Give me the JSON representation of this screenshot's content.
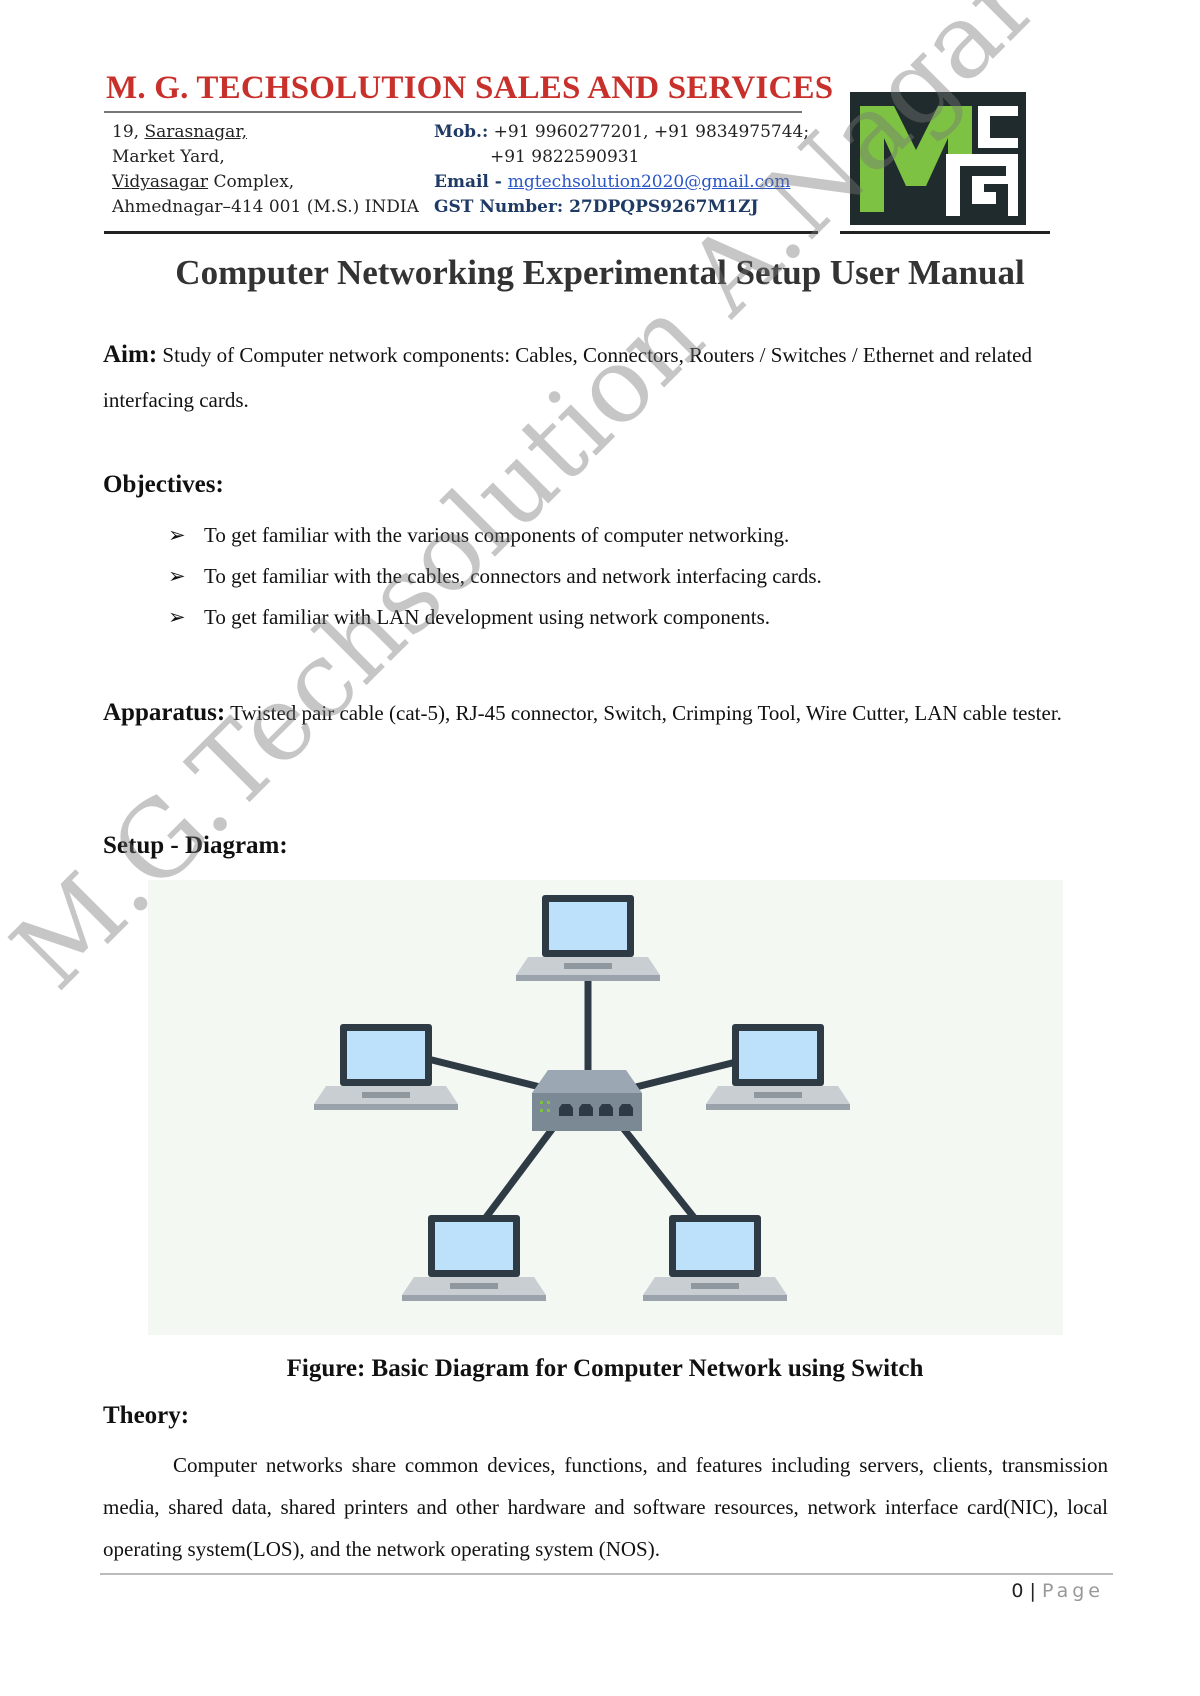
{
  "header": {
    "company_name": "M. G. TECHSOLUTION SALES AND SERVICES",
    "address_line1_prefix": "19, ",
    "address_line1_name": "Sarasnagar,",
    "address_line2": "Market Yard,",
    "address_line3_name": "Vidyasagar",
    "address_line3_rest": " Complex,",
    "address_line4": "Ahmednagar–414 001 (M.S.) INDIA",
    "mobile_label": "Mob.:",
    "mobile_value1": " +91 9960277201, +91 9834975744;",
    "mobile_value2": "+91 9822590931",
    "email_label": "Email - ",
    "email_value": "mgtechsolution2020@gmail.com",
    "gst_label": "GST Number: 27DPQPS9267M1ZJ",
    "logo": "mg-logo",
    "accent_color": "#c8302b"
  },
  "title": "Computer Networking Experimental Setup User Manual",
  "aim": {
    "label": "Aim:",
    "text": " Study of Computer network components: Cables, Connectors, Routers / Switches / Ethernet and related interfacing cards."
  },
  "objectives": {
    "label": "Objectives:",
    "bullet": "➢",
    "items": [
      "To get familiar with the various components of computer networking.",
      "To get familiar with the cables, connectors and network interfacing cards.",
      "To get familiar with LAN development using network components."
    ]
  },
  "apparatus": {
    "label": "Apparatus:",
    "text": " Twisted pair cable (cat-5), RJ-45 connector, Switch, Crimping Tool, Wire Cutter, LAN cable tester."
  },
  "setup": {
    "label": "Setup - Diagram:"
  },
  "diagram": {
    "hub": "network-switch-icon",
    "nodes": [
      "laptop-icon",
      "laptop-icon",
      "laptop-icon",
      "laptop-icon",
      "laptop-icon"
    ],
    "screen_color": "#bde0fb",
    "body_color": "#2e3a44"
  },
  "caption": "Figure: Basic Diagram for Computer Network using Switch",
  "theory": {
    "label": "Theory:",
    "text": "Computer networks share common devices, functions, and features including servers, clients, transmission media, shared data, shared printers and other hardware and software resources, network interface card(NIC), local operating system(LOS), and the network operating system (NOS)."
  },
  "footer": {
    "page_number": "0",
    "separator": " | ",
    "page_label": "Page"
  },
  "watermark": "M.G.Techsolution A.Nagar"
}
